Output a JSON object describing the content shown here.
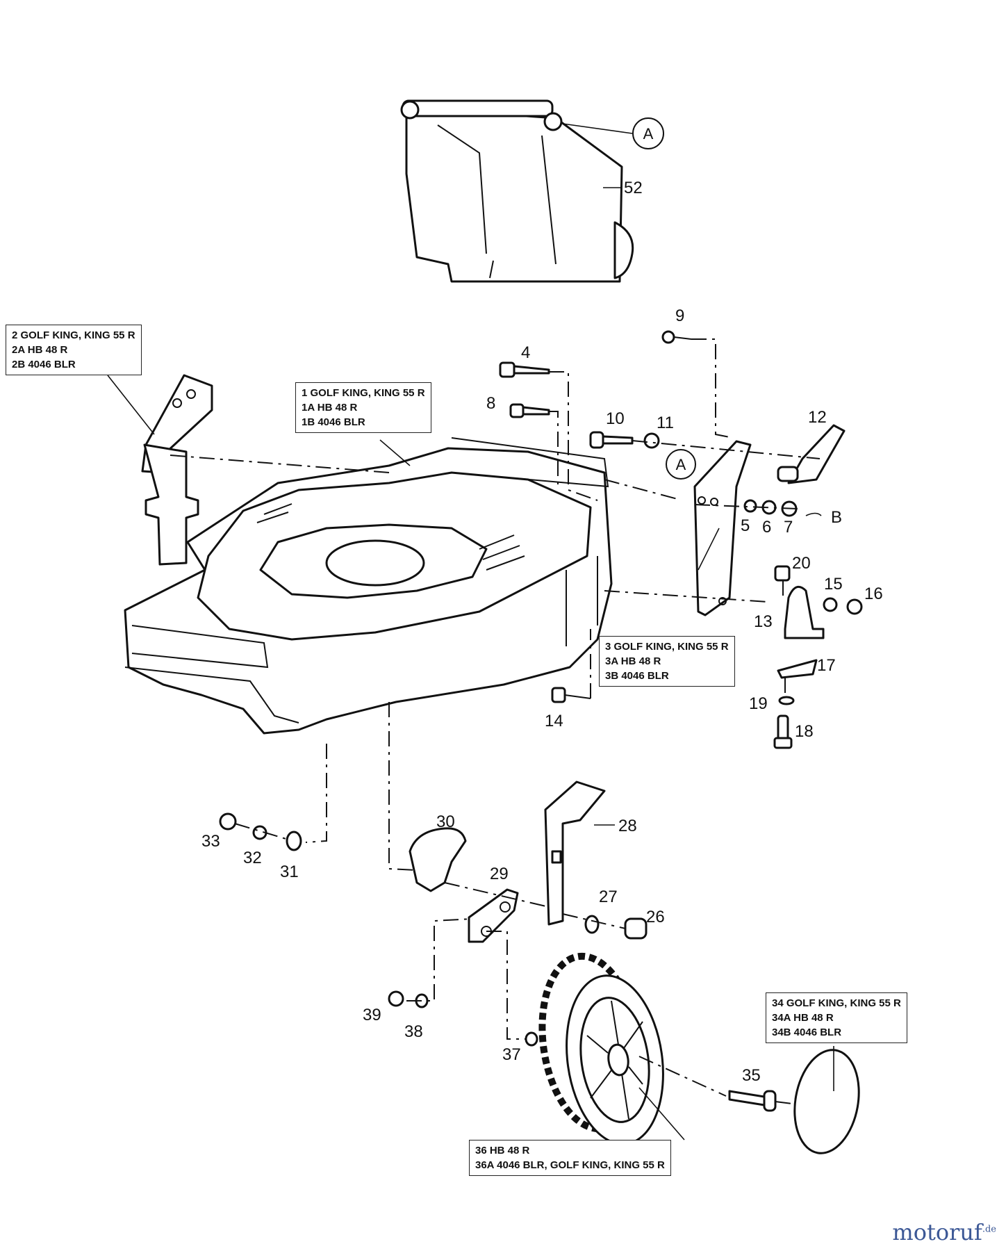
{
  "callouts": {
    "n52": "52",
    "n9": "9",
    "n4": "4",
    "n8": "8",
    "n10": "10",
    "n11": "11",
    "n12": "12",
    "n5": "5",
    "n6": "6",
    "n7": "7",
    "nB": "B",
    "n20": "20",
    "n15": "15",
    "n16": "16",
    "n13": "13",
    "n17": "17",
    "n19": "19",
    "n18": "18",
    "n14": "14",
    "n30": "30",
    "n28": "28",
    "n33": "33",
    "n32": "32",
    "n31": "31",
    "n29": "29",
    "n27": "27",
    "n26": "26",
    "n39": "39",
    "n38": "38",
    "n37": "37",
    "n35": "35",
    "markerA1": "A",
    "markerA2": "A"
  },
  "legend_boxes": {
    "box2": [
      "2  GOLF KING, KING 55 R",
      "2A  HB 48 R",
      "2B  4046 BLR"
    ],
    "box1": [
      "1  GOLF KING, KING 55 R",
      "1A  HB 48 R",
      "1B  4046 BLR"
    ],
    "box3": [
      "3  GOLF KING, KING 55 R",
      "3A  HB 48 R",
      "3B  4046 BLR"
    ],
    "box34": [
      "34  GOLF KING, KING 55 R",
      "34A  HB 48 R",
      "34B  4046 BLR"
    ],
    "box36": [
      "36  HB 48 R",
      "36A  4046 BLR, GOLF KING, KING 55 R"
    ]
  },
  "watermark": {
    "brand": "motoruf",
    "suffix": ".de"
  }
}
